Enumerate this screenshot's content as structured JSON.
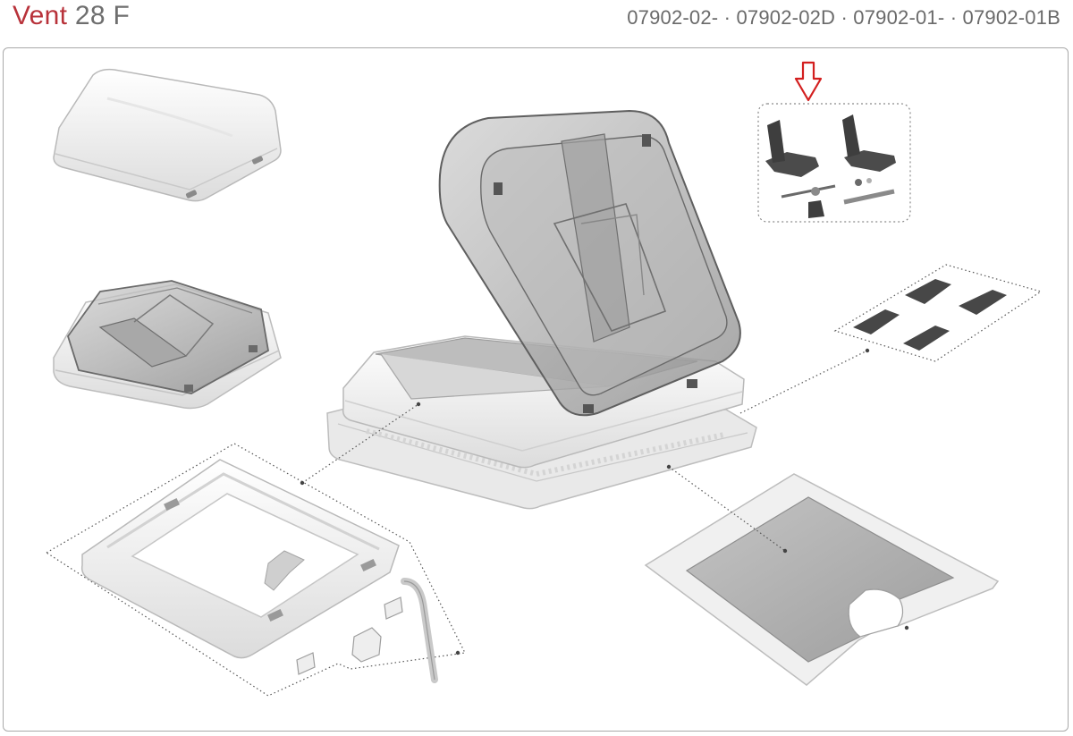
{
  "header": {
    "brand": "Vent",
    "model": "28 F",
    "codes": "07902-02- · 07902-02D · 07902-01- · 07902-01B"
  },
  "colors": {
    "brand_red": "#b8323a",
    "text_gray": "#6e6e6e",
    "frame_border": "#a9a9a9",
    "highlight_arrow": "#d31f1f"
  },
  "icons": {
    "highlight": "arrow-down-icon"
  }
}
